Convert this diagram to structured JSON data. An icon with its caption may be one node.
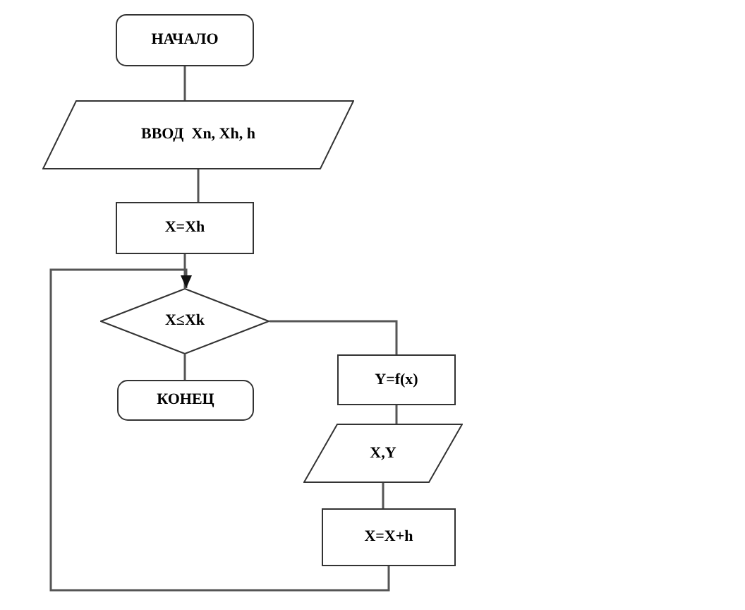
{
  "diagram": {
    "nodes": [
      {
        "text": [
          "НАЧАЛО"
        ]
      },
      {
        "text": [
          "ВВОД  Xn, Xh, h"
        ]
      },
      {
        "text": [
          "X=Xh"
        ]
      },
      {
        "text": [
          "X≤Xk"
        ]
      },
      {
        "text": [
          "КОНЕЦ"
        ]
      },
      {
        "text": [
          "Y=f(x)"
        ]
      },
      {
        "text": [
          "X,Y"
        ]
      },
      {
        "text": [
          "X=X+h"
        ]
      }
    ],
    "edges": [
      {
        "from": 0,
        "to": 1,
        "arrow": "none"
      },
      {
        "from": 1,
        "to": 2,
        "arrow": "none"
      },
      {
        "from": 2,
        "to": 3,
        "arrow": "none"
      },
      {
        "from": 3,
        "to": 4,
        "arrow": "none"
      },
      {
        "from": 3,
        "to": 5,
        "arrow": "none"
      },
      {
        "from": 5,
        "to": 6,
        "arrow": "none"
      },
      {
        "from": 6,
        "to": 7,
        "arrow": "none"
      },
      {
        "from": 7,
        "to": 3,
        "arrow": "to"
      }
    ]
  }
}
